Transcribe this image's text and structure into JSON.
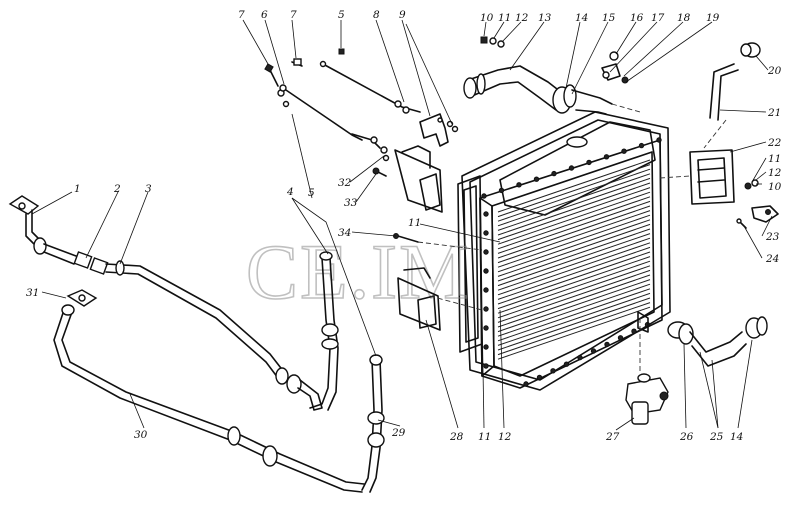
{
  "watermark": "CE.IM",
  "labels": [
    {
      "id": "l7a",
      "text": "7"
    },
    {
      "id": "l6",
      "text": "6"
    },
    {
      "id": "l7b",
      "text": "7"
    },
    {
      "id": "l5a",
      "text": "5"
    },
    {
      "id": "l8",
      "text": "8"
    },
    {
      "id": "l9",
      "text": "9"
    },
    {
      "id": "l10a",
      "text": "10"
    },
    {
      "id": "l11a",
      "text": "11"
    },
    {
      "id": "l12a",
      "text": "12"
    },
    {
      "id": "l13",
      "text": "13"
    },
    {
      "id": "l14",
      "text": "14"
    },
    {
      "id": "l15",
      "text": "15"
    },
    {
      "id": "l16",
      "text": "16"
    },
    {
      "id": "l17",
      "text": "17"
    },
    {
      "id": "l18",
      "text": "18"
    },
    {
      "id": "l19",
      "text": "19"
    },
    {
      "id": "l20",
      "text": "20"
    },
    {
      "id": "l21",
      "text": "21"
    },
    {
      "id": "l22",
      "text": "22"
    },
    {
      "id": "l11b",
      "text": "11"
    },
    {
      "id": "l12b",
      "text": "12"
    },
    {
      "id": "l10b",
      "text": "10"
    },
    {
      "id": "l23",
      "text": "23"
    },
    {
      "id": "l24",
      "text": "24"
    },
    {
      "id": "l32",
      "text": "32"
    },
    {
      "id": "l33",
      "text": "33"
    },
    {
      "id": "l1",
      "text": "1"
    },
    {
      "id": "l2",
      "text": "2"
    },
    {
      "id": "l3",
      "text": "3"
    },
    {
      "id": "l4",
      "text": "4"
    },
    {
      "id": "l5b",
      "text": "5"
    },
    {
      "id": "l34",
      "text": "34"
    },
    {
      "id": "l11c",
      "text": "11"
    },
    {
      "id": "l31",
      "text": "31"
    },
    {
      "id": "l30",
      "text": "30"
    },
    {
      "id": "l29",
      "text": "29"
    },
    {
      "id": "l28",
      "text": "28"
    },
    {
      "id": "l11d",
      "text": "11"
    },
    {
      "id": "l12c",
      "text": "12"
    },
    {
      "id": "l27",
      "text": "27"
    },
    {
      "id": "l26",
      "text": "26"
    },
    {
      "id": "l25",
      "text": "25"
    },
    {
      "id": "l14b",
      "text": "14"
    }
  ]
}
